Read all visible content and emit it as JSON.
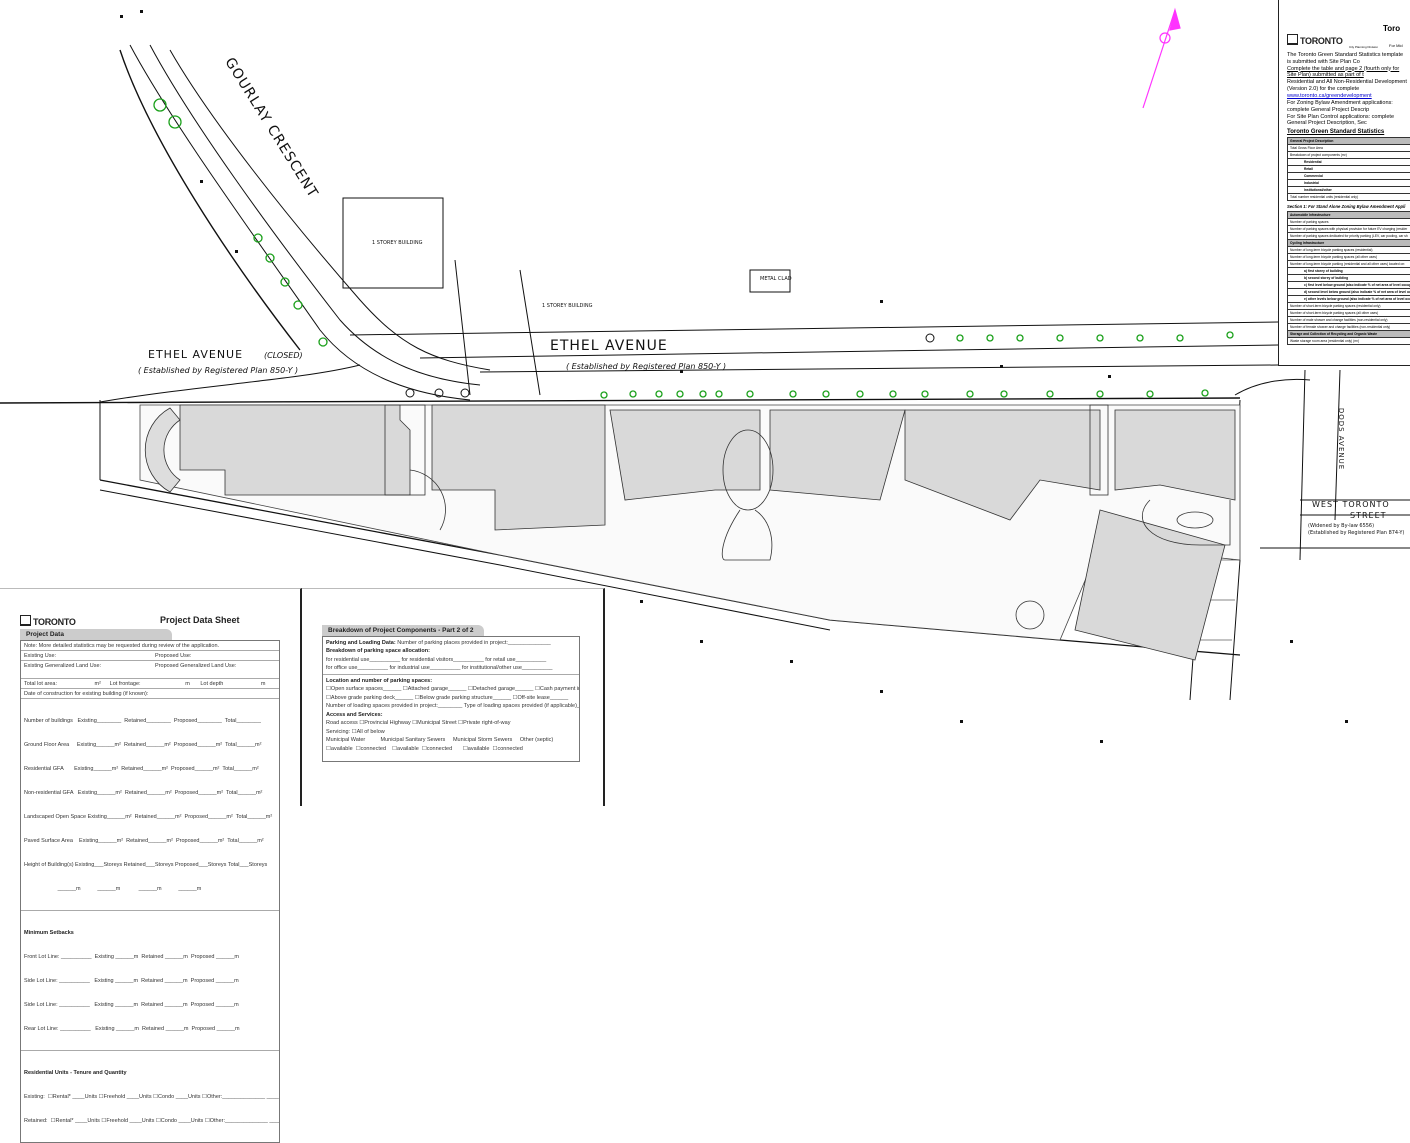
{
  "plan": {
    "streets": {
      "gourlay": "GOURLAY CRESCENT",
      "ethel_closed": "ETHEL AVENUE",
      "closed": "(CLOSED)",
      "ethel_closed_plan": "( Established by Registered Plan 850-Y )",
      "ethel": "ETHEL AVENUE",
      "ethel_plan": "( Established by Registered Plan 850-Y )",
      "west_toronto": "WEST TORONTO",
      "street": "STREET",
      "west_toronto_note1": "(Widened by By-law 6556)",
      "west_toronto_note2": "(Established by Registered Plan 874-Y)",
      "dods": "DODS AVENUE"
    },
    "labels": {
      "storey_building_1": "1 STOREY BUILDING",
      "storey_building_2": "1 STOREY BUILDING",
      "metal_clad": "METAL CLAD"
    },
    "colors": {
      "tree": "#1aa01a",
      "north_arrow": "#ff33ff",
      "building": "#d9d9d9"
    }
  },
  "pds": {
    "logo": "TORONTO",
    "title": "Project Data Sheet",
    "tab": "Project Data",
    "note": "Note: More detailed statistics may be requested during review of the application.",
    "existing_use": "Existing Use:",
    "proposed_use": "Proposed Use:",
    "existing_land_use": "Existing Generalized Land Use:",
    "proposed_land_use": "Proposed Generalized Land Use:",
    "total_lot_area": "Total lot area:",
    "lot_area_unit": "m²",
    "lot_frontage": "Lot frontage:",
    "lot_frontage_unit": "m",
    "lot_depth": "Lot depth",
    "lot_depth_unit": "m",
    "date_construction": "Date of construction for existing building (if known):",
    "stats": [
      "Number of buildings   Existing________  Retained________  Proposed________  Total________",
      "Ground Floor Area     Existing______m²  Retained______m²  Proposed______m²  Total______m²",
      "Residential GFA       Existing______m²  Retained______m²  Proposed______m²  Total______m²",
      "Non-residential GFA   Existing______m²  Retained______m²  Proposed______m²  Total______m²",
      "Landscaped Open Space Existing______m²  Retained______m²  Proposed______m²  Total______m²",
      "Paved Surface Area    Existing______m²  Retained______m²  Proposed______m²  Total______m²",
      "Height of Building(s) Existing___Storeys Retained___Storeys Proposed___Storeys Total___Storeys",
      "                      ______m           ______m            ______m           ______m"
    ],
    "setbacks_title": "Minimum Setbacks",
    "setbacks": [
      "Front Lot Line: __________  Existing ______m  Retained ______m  Proposed ______m",
      "Side Lot Line: __________   Existing ______m  Retained ______m  Proposed ______m",
      "Side Lot Line: __________   Existing ______m  Retained ______m  Proposed ______m",
      "Rear Lot Line: __________   Existing ______m  Retained ______m  Proposed ______m"
    ],
    "units_title": "Residential Units - Tenure and Quantity",
    "units": [
      "Existing:  ☐Rental* ____Units ☐Freehold ____Units ☐Condo ____Units ☐Other:______________ ____Units",
      "Retained:  ☐Rental* ____Units ☐Freehold ____Units ☐Condo ____Units ☐Other:______________ ____Units"
    ]
  },
  "part2": {
    "tab": "Breakdown of Project Components - Part 2 of 2",
    "parking_title": "Parking and Loading Data:",
    "parking_places": "Number of parking places provided in project:______________",
    "breakdown_title": "Breakdown of parking space allocation:",
    "breakdown": [
      "for residential use__________  for residential visitors__________  for retail use__________",
      "for office use__________  for industrial use__________  for institutional/other use__________"
    ],
    "location_title": "Location and number of parking spaces:",
    "location": [
      "☐Open surface spaces______ ☐Attached garage______ ☐Detached garage______ ☐Cash payment in lieu______",
      "☐Above grade parking deck______ ☐Below grade parking structure______ ☐Off-site lease______",
      "Number of loading spaces provided in project:________  Type of loading spaces provided (if applicable)________"
    ],
    "access_title": "Access and Services:",
    "access": [
      "Road access  ☐Provincial Highway  ☐Municipal Street  ☐Private right-of-way",
      "Servicing:  ☐All of below",
      "Municipal Water          Municipal Sanitary Sewers     Municipal Storm Sewers     Other (septic)",
      "☐available  ☐connected    ☐available  ☐connected       ☐available  ☐connected"
    ]
  },
  "tgs": {
    "title": "Toro",
    "logo": "TORONTO",
    "division": "City Planning Division",
    "for": "For Mid",
    "intro": [
      "The Toronto Green Standard Statistics template is submitted with Site Plan Co",
      "Complete the table and page 2 (fourth only for Site Plan) submitted as part of t",
      "Residential and All Non-Residential Development (Version 2.0) for the complete",
      "www.toronto.ca/greendevelopment",
      "For Zoning Bylaw Amendment applications: complete General Project Descrip",
      "For Site Plan Control applications: complete General Project Description, Sec"
    ],
    "stats_title": "Toronto Green Standard Statistics",
    "general": [
      {
        "t": "General Project Description",
        "k": "h"
      },
      {
        "t": "Total Gross Floor Area",
        "k": ""
      },
      {
        "t": "Breakdown of project components (m²)",
        "k": ""
      },
      {
        "t": "Residential",
        "k": "i"
      },
      {
        "t": "Retail",
        "k": "i"
      },
      {
        "t": "Commercial",
        "k": "i"
      },
      {
        "t": "Industrial",
        "k": "i"
      },
      {
        "t": "Institutional/other",
        "k": "i"
      },
      {
        "t": "Total number residential units (residential only)",
        "k": ""
      }
    ],
    "section1": "Section 1: For Stand Alone Zoning Bylaw Amendment Appli",
    "section_rows": [
      {
        "t": "Automobile Infrastructure",
        "k": "h"
      },
      {
        "t": "Number of parking spaces",
        "k": ""
      },
      {
        "t": "Number of parking spaces with physical provision for future EV charging (resider",
        "k": ""
      },
      {
        "t": "Number of parking spaces dedicated for priority parking (LEV, car pooling, car sh",
        "k": ""
      },
      {
        "t": "Cycling Infrastructure",
        "k": "h"
      },
      {
        "t": "Number of long-term bicycle parking spaces (residential)",
        "k": ""
      },
      {
        "t": "Number of long-term bicycle parking spaces (all other uses)",
        "k": ""
      },
      {
        "t": "Number of long-term bicycle parking (residential and all other uses) located on:",
        "k": ""
      },
      {
        "t": "a) first storey of building",
        "k": "i"
      },
      {
        "t": "b) second storey of building",
        "k": "i"
      },
      {
        "t": "c) first level below ground (also indicate % of net area of level occup",
        "k": "i"
      },
      {
        "t": "d) second level below ground (also indicate % of net area of level oc",
        "k": "i"
      },
      {
        "t": "e) other levels below ground (also indicate % of net area of level occ",
        "k": "i"
      },
      {
        "t": "Number of short-term bicycle parking spaces (residential only)",
        "k": ""
      },
      {
        "t": "Number of short-term bicycle parking spaces (all other uses)",
        "k": ""
      },
      {
        "t": "Number of male shower and change facilities (non-residential only)",
        "k": ""
      },
      {
        "t": "Number of female shower and change facilities (non-residential only)",
        "k": ""
      },
      {
        "t": "Storage and Collection of Recycling and Organic Waste",
        "k": "h"
      },
      {
        "t": "Waste storage room area (residential only) (m²)",
        "k": ""
      }
    ]
  }
}
